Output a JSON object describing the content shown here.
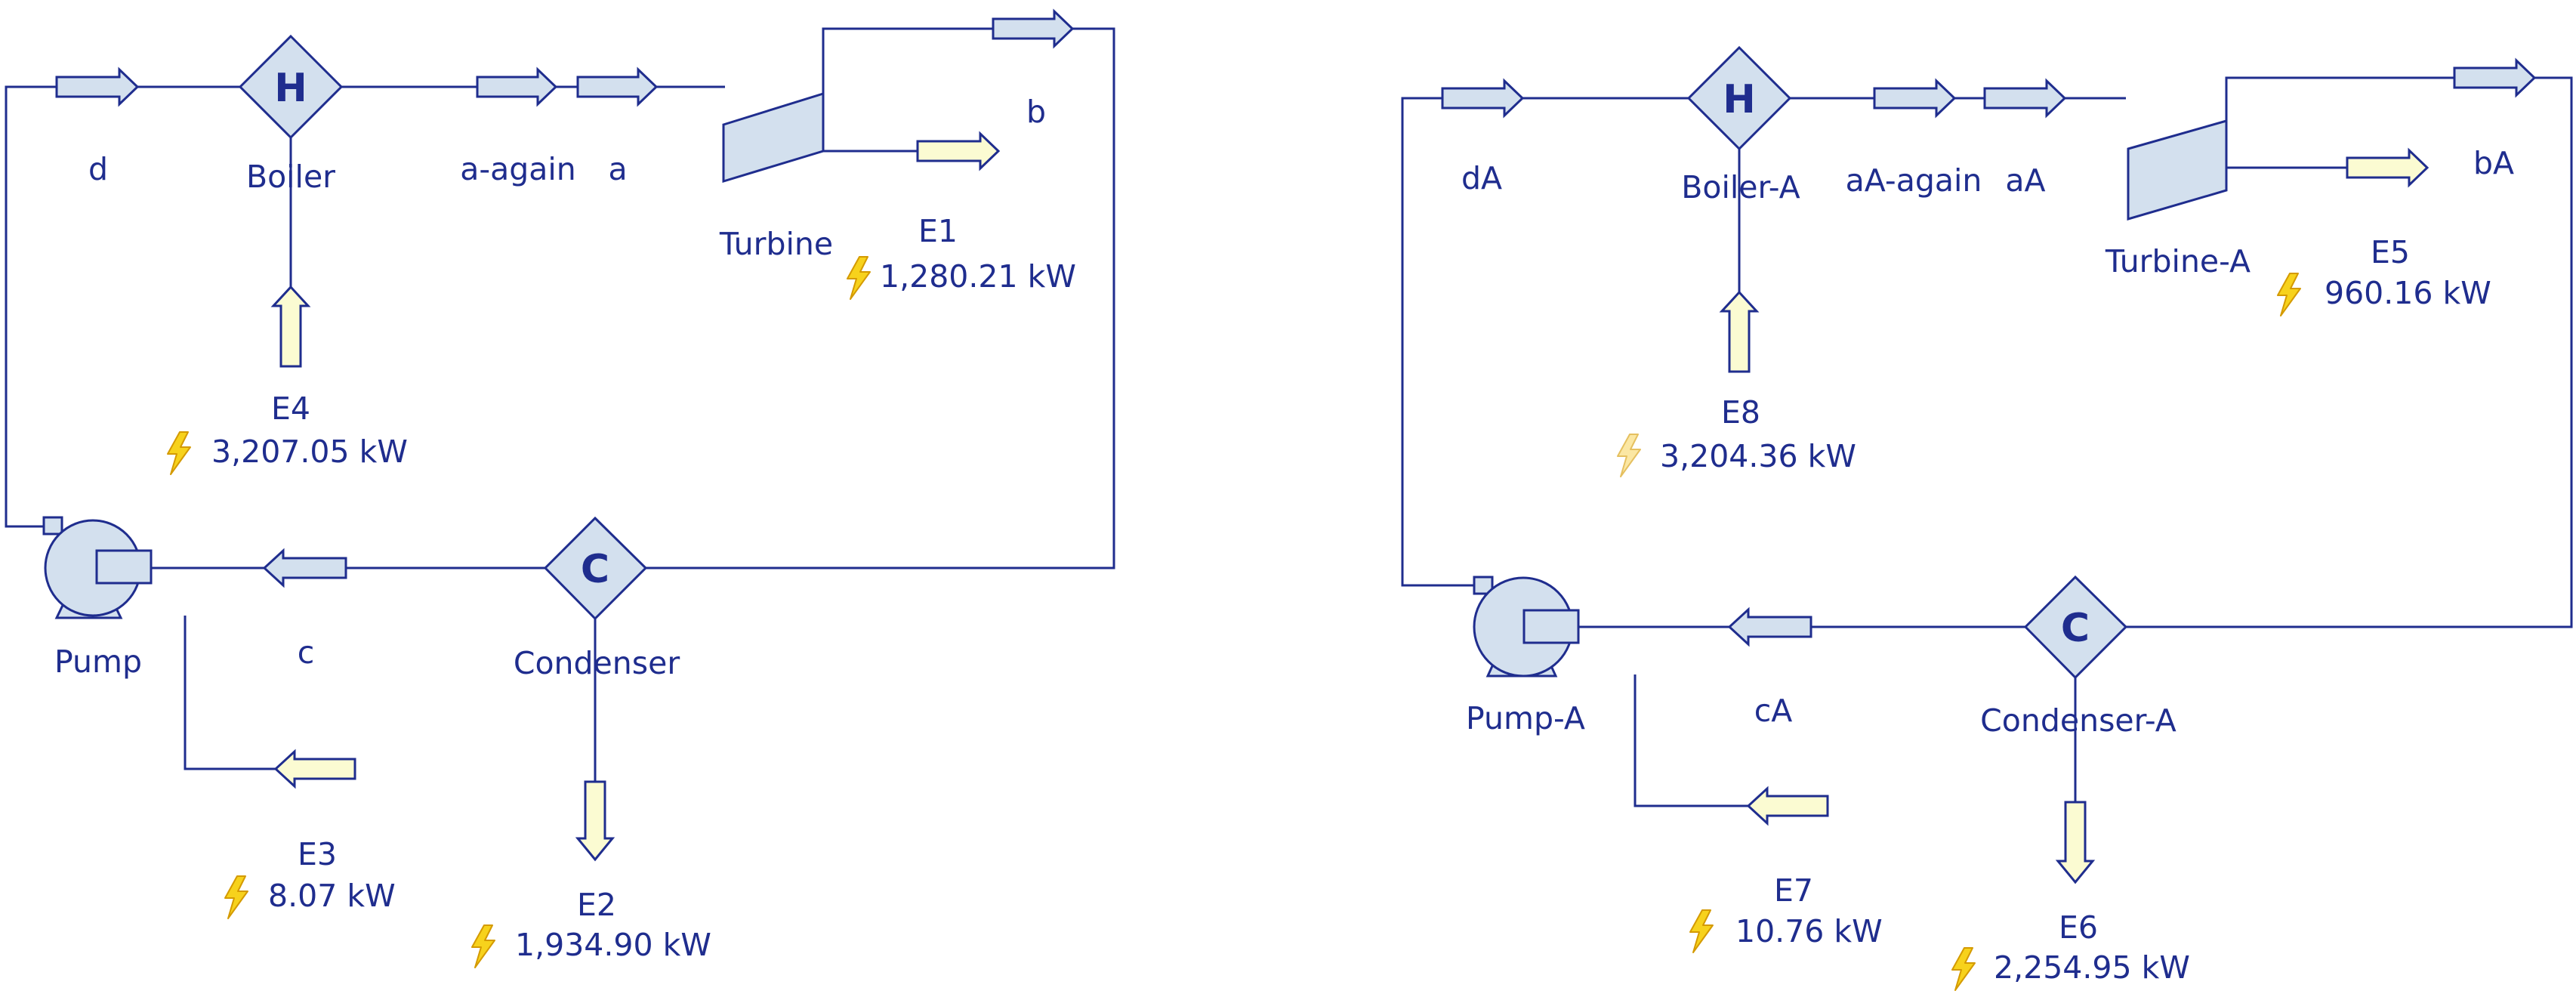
{
  "colors": {
    "line": "#1f2d8e",
    "stream_fill": "#d3e0ee",
    "energy_fill": "#fbfbd2",
    "bolt": "#f7d21c",
    "bolt_faint": "#fbe7a3"
  },
  "cycle_1": {
    "streams": {
      "d": "d",
      "a_again": "a-again",
      "a": "a",
      "b": "b",
      "c": "c"
    },
    "units": {
      "boiler": {
        "symbol": "H",
        "name": "Boiler"
      },
      "turbine": {
        "name": "Turbine"
      },
      "condenser": {
        "symbol": "C",
        "name": "Condenser"
      },
      "pump": {
        "name": "Pump"
      }
    },
    "energy": {
      "e1": {
        "name": "E1",
        "value": "1,280.21 kW",
        "icon": "lightning-bolt-icon"
      },
      "e2": {
        "name": "E2",
        "value": "1,934.90 kW",
        "icon": "lightning-bolt-icon"
      },
      "e3": {
        "name": "E3",
        "value": "8.07 kW",
        "icon": "lightning-bolt-icon"
      },
      "e4": {
        "name": "E4",
        "value": "3,207.05 kW",
        "icon": "lightning-bolt-icon"
      }
    }
  },
  "cycle_2": {
    "streams": {
      "d": "dA",
      "a_again": "aA-again",
      "a": "aA",
      "b": "bA",
      "c": "cA"
    },
    "units": {
      "boiler": {
        "symbol": "H",
        "name": "Boiler-A"
      },
      "turbine": {
        "name": "Turbine-A"
      },
      "condenser": {
        "symbol": "C",
        "name": "Condenser-A"
      },
      "pump": {
        "name": "Pump-A"
      }
    },
    "energy": {
      "e5": {
        "name": "E5",
        "value": "960.16 kW",
        "icon": "lightning-bolt-icon"
      },
      "e6": {
        "name": "E6",
        "value": "2,254.95 kW",
        "icon": "lightning-bolt-icon"
      },
      "e7": {
        "name": "E7",
        "value": "10.76 kW",
        "icon": "lightning-bolt-icon"
      },
      "e8": {
        "name": "E8",
        "value": "3,204.36 kW",
        "icon": "lightning-bolt-icon"
      }
    }
  }
}
